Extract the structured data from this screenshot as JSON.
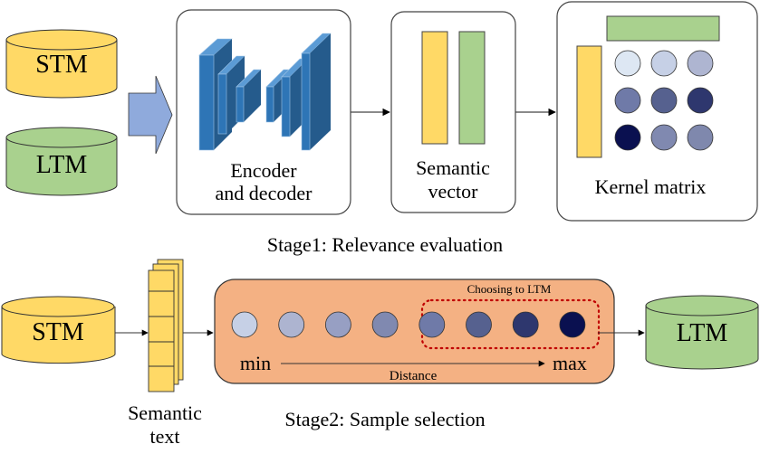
{
  "stage1": {
    "caption": "Stage1: Relevance evaluation",
    "stm_label": "STM",
    "ltm_label": "LTM",
    "encoder": {
      "line1": "Encoder",
      "line2": "and decoder"
    },
    "semantic_vector": {
      "line1": "Semantic",
      "line2": "vector"
    },
    "kernel_matrix": {
      "label": "Kernel matrix",
      "cells": [
        "#dde7f3",
        "#c6d0e6",
        "#aeb5d1",
        "#6f7aa8",
        "#56618f",
        "#2e376e",
        "#0a1050",
        "#8089b0",
        "#7f88ad"
      ]
    }
  },
  "stage2": {
    "caption": "Stage2: Sample selection",
    "stm_label": "STM",
    "ltm_label": "LTM",
    "semantic_text": {
      "line1": "Semantic",
      "line2": "text"
    },
    "selection": {
      "group_label": "Choosing to LTM",
      "axis_min": "min",
      "axis_max": "max",
      "axis_label": "Distance",
      "samples": [
        "#c6d0e6",
        "#adb4d0",
        "#979fc3",
        "#8089b0",
        "#6f7aa8",
        "#56618f",
        "#2e376e",
        "#0a1050"
      ]
    }
  },
  "colors": {
    "stm": "#ffd966",
    "ltm": "#a9d18e",
    "arrow": "#8faadc",
    "encoder_front": "#2e75b6",
    "encoder_side": "#255b8c",
    "encoder_top": "#5b9bd5",
    "selection_bg": "#f4b183",
    "dotted": "#c00000"
  }
}
